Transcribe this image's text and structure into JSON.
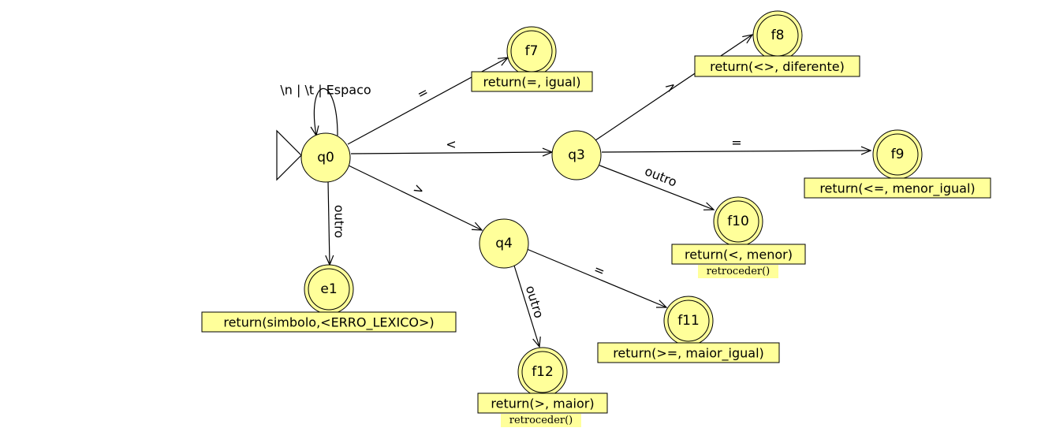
{
  "states": {
    "q0": {
      "name": "q0",
      "final": false,
      "initial": true
    },
    "q3": {
      "name": "q3",
      "final": false
    },
    "q4": {
      "name": "q4",
      "final": false
    },
    "f7": {
      "name": "f7",
      "final": true,
      "output": "return(=, igual)"
    },
    "f8": {
      "name": "f8",
      "final": true,
      "output": "return(<>, diferente)"
    },
    "f9": {
      "name": "f9",
      "final": true,
      "output": "return(<=, menor_igual)"
    },
    "f10": {
      "name": "f10",
      "final": true,
      "output": "return(<, menor)",
      "action": "retroceder()"
    },
    "f11": {
      "name": "f11",
      "final": true,
      "output": "return(>=, maior_igual)"
    },
    "f12": {
      "name": "f12",
      "final": true,
      "output": "return(>, maior)",
      "action": "retroceder()"
    },
    "e1": {
      "name": "e1",
      "final": true,
      "output": "return(simbolo,<ERRO_LEXICO>)"
    }
  },
  "transitions": [
    {
      "id": "q0-q0",
      "from": "q0",
      "to": "q0",
      "label": "\\n | \\t | Espaco"
    },
    {
      "id": "q0-f7",
      "from": "q0",
      "to": "f7",
      "label": "="
    },
    {
      "id": "q0-q3",
      "from": "q0",
      "to": "q3",
      "label": "<"
    },
    {
      "id": "q0-q4",
      "from": "q0",
      "to": "q4",
      "label": ">"
    },
    {
      "id": "q0-e1",
      "from": "q0",
      "to": "e1",
      "label": "outro"
    },
    {
      "id": "q3-f8",
      "from": "q3",
      "to": "f8",
      "label": ">"
    },
    {
      "id": "q3-f9",
      "from": "q3",
      "to": "f9",
      "label": "="
    },
    {
      "id": "q3-f10",
      "from": "q3",
      "to": "f10",
      "label": "outro"
    },
    {
      "id": "q4-f11",
      "from": "q4",
      "to": "f11",
      "label": "="
    },
    {
      "id": "q4-f12",
      "from": "q4",
      "to": "f12",
      "label": "outro"
    }
  ],
  "colors": {
    "state_fill": "#ffff9a",
    "stroke": "#000000",
    "background": "#ffffff"
  }
}
